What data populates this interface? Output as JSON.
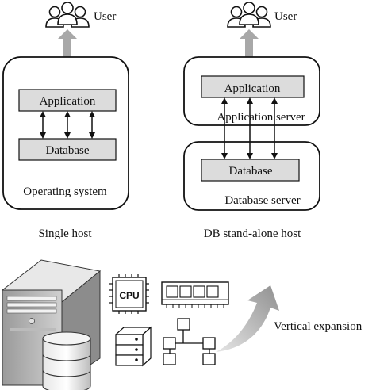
{
  "single_host": {
    "user_label": "User",
    "application_label": "Application",
    "database_label": "Database",
    "os_label": "Operating system",
    "caption": "Single host"
  },
  "standalone_host": {
    "user_label": "User",
    "application_label": "Application",
    "app_server_label": "Application server",
    "database_label": "Database",
    "db_server_label": "Database server",
    "caption": "DB stand-alone host"
  },
  "expansion": {
    "cpu_label": "CPU",
    "label": "Vertical expansion"
  },
  "colors": {
    "box_fill": "#dcdcdc",
    "arrow_gray": "#a8a8a8",
    "stroke": "#111111"
  },
  "icons": [
    "users-icon",
    "server-tower-icon",
    "database-cylinder-icon",
    "cpu-chip-icon",
    "memory-module-icon",
    "disk-drive-icon",
    "network-topology-icon",
    "curved-up-arrow-icon"
  ]
}
